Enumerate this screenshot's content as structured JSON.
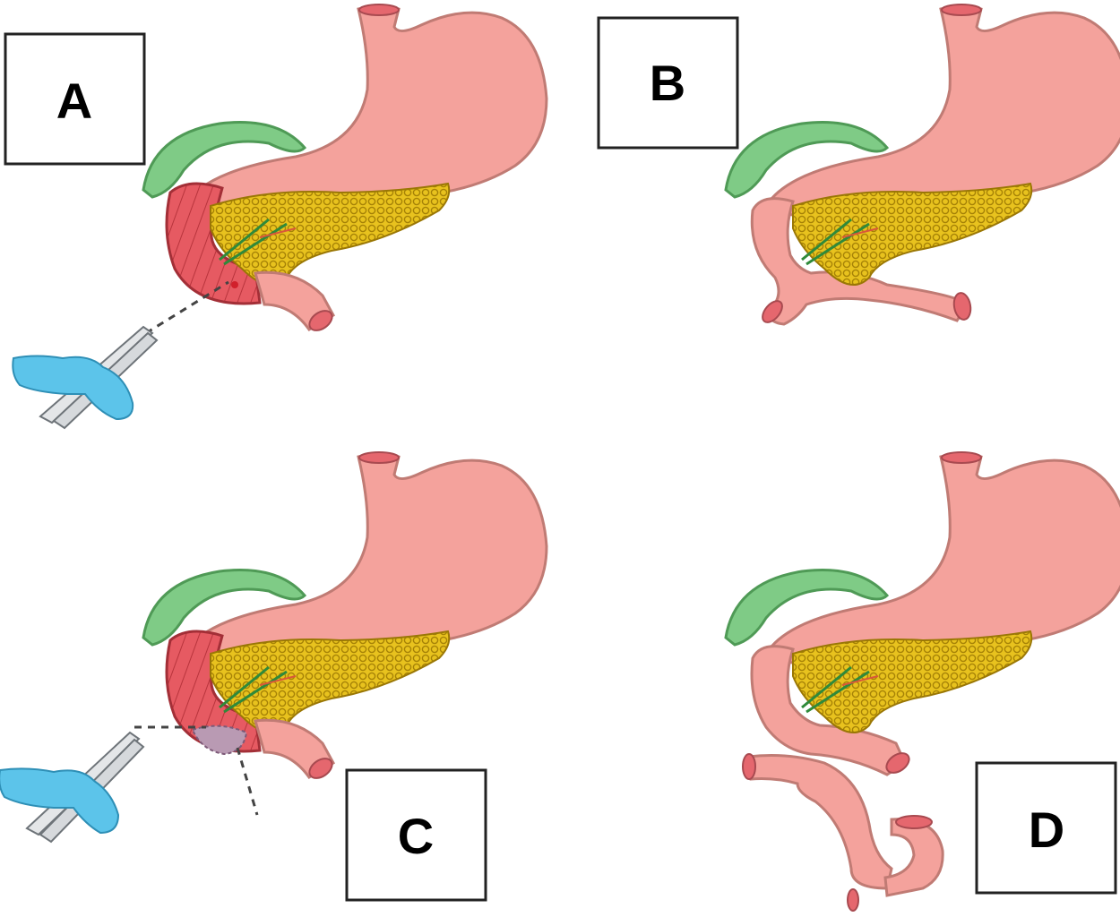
{
  "panels": [
    {
      "id": "A",
      "label": "A"
    },
    {
      "id": "B",
      "label": "B"
    },
    {
      "id": "C",
      "label": "C"
    },
    {
      "id": "D",
      "label": "D"
    }
  ],
  "colors": {
    "stomach": "#f4a29c",
    "stomach_stroke": "#c47a73",
    "duodenum_red": "#e8545a",
    "gallbladder": "#7fcb86",
    "pancreas": "#e8c21e",
    "pancreas_dots": "#b58f05",
    "glove": "#5cc4ea",
    "instrument": "#9aa0a6"
  }
}
